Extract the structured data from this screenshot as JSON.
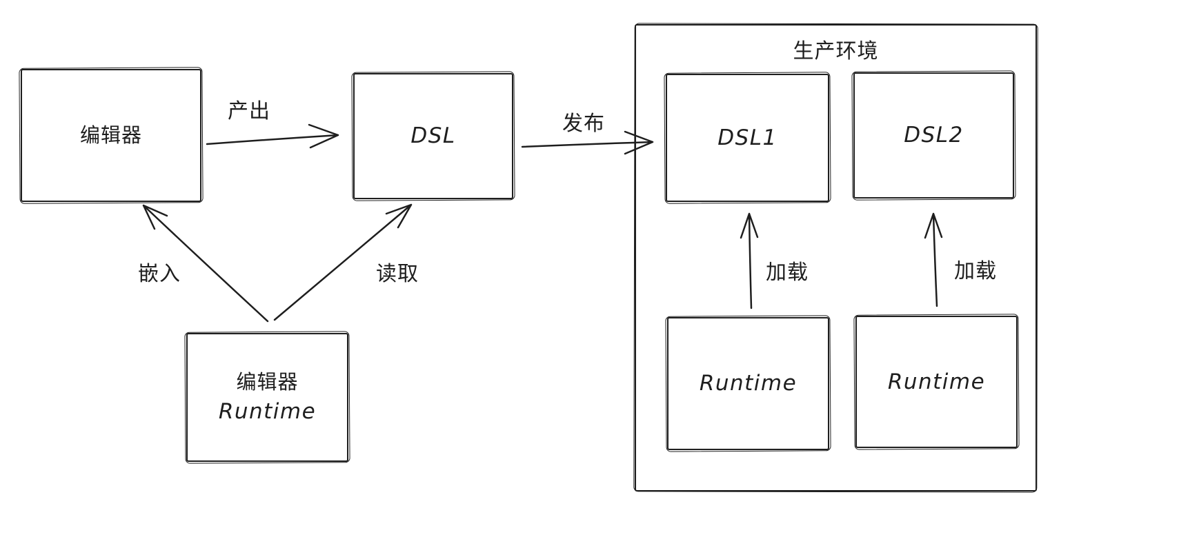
{
  "diagram": {
    "colors": {
      "stroke": "#1e1e1e",
      "background": "#ffffff"
    },
    "container": {
      "label": "生产环境"
    },
    "nodes": {
      "editor": {
        "label": "编辑器"
      },
      "dsl": {
        "label": "DSL"
      },
      "dsl1": {
        "label": "DSL1"
      },
      "dsl2": {
        "label": "DSL2"
      },
      "runtime1": {
        "label": "Runtime"
      },
      "runtime2": {
        "label": "Runtime"
      },
      "editor_runtime": {
        "line1": "编辑器",
        "line2": "Runtime"
      }
    },
    "edges": {
      "produce": {
        "label": "产出",
        "from": "editor",
        "to": "dsl"
      },
      "publish": {
        "label": "发布",
        "from": "dsl",
        "to": "production"
      },
      "embed": {
        "label": "嵌入",
        "from": "editor_runtime",
        "to": "editor"
      },
      "read": {
        "label": "读取",
        "from": "editor_runtime",
        "to": "dsl"
      },
      "load_left": {
        "label": "加载",
        "from": "runtime1",
        "to": "dsl1"
      },
      "load_right": {
        "label": "加载",
        "from": "runtime2",
        "to": "dsl2"
      }
    }
  }
}
